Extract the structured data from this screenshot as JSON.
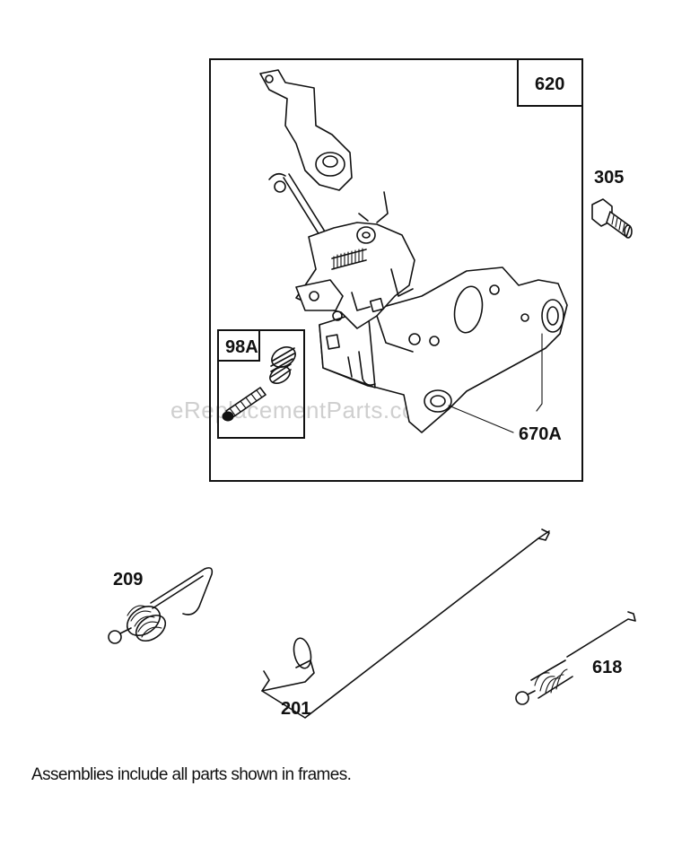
{
  "watermark": "eReplacementParts.com",
  "frames": {
    "main_assembly": {
      "label": "620"
    },
    "inner_assembly": {
      "label": "98A"
    }
  },
  "parts": {
    "bolt": "305",
    "bracket_callout": "670A",
    "spring_209": "209",
    "link_rod": "201",
    "spring_618": "618"
  },
  "footnote": "Assemblies include all parts shown in frames.",
  "icons": {
    "control_bracket": "control-bracket-assembly-icon",
    "bolt": "bolt-icon",
    "screw_spring": "screw-and-spring-icon",
    "spring_209": "governor-spring-icon",
    "link_rod": "governor-link-rod-icon",
    "spring_618": "extension-spring-icon"
  }
}
